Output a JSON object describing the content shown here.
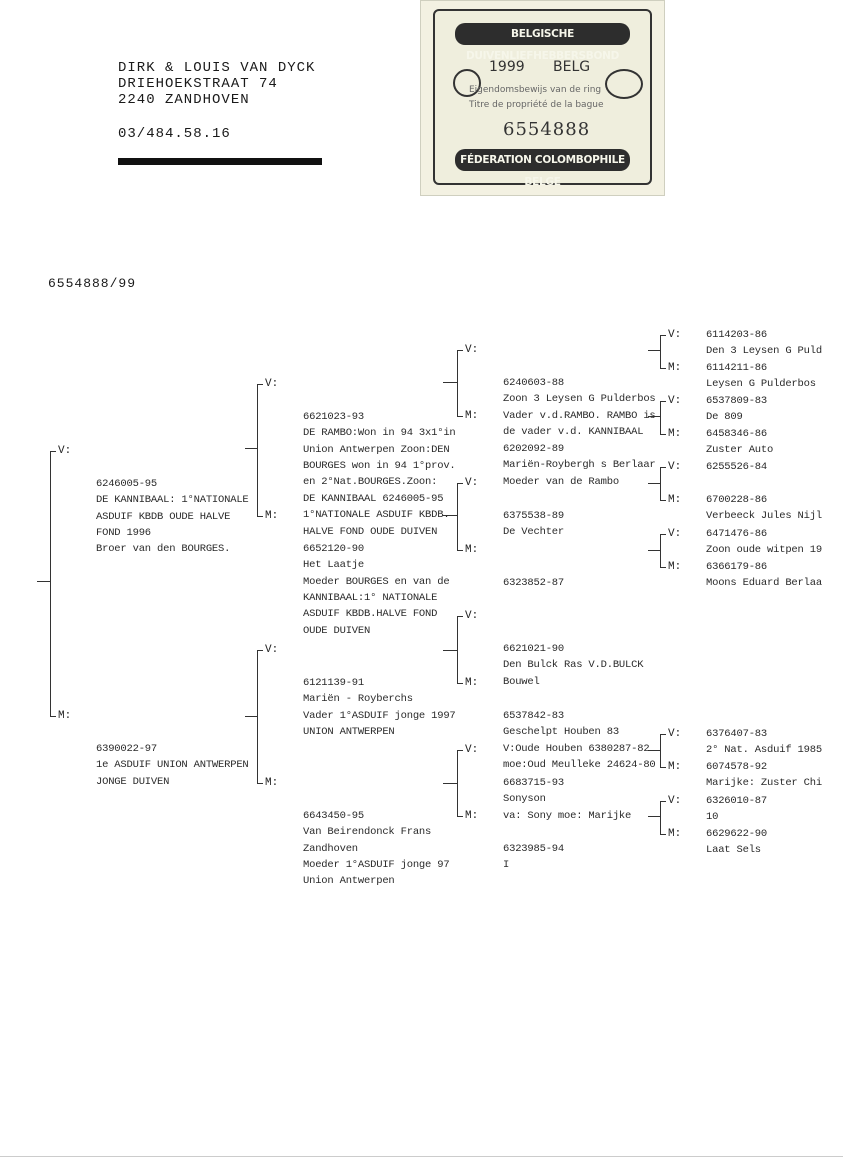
{
  "header": {
    "line1": "DIRK & LOUIS VAN DYCK",
    "line2": "DRIEHOEKSTRAAT 74",
    "line3": "2240  ZANDHOVEN",
    "phone": "03/484.58.16"
  },
  "card": {
    "top_banner": "BELGISCHE DUIVENLIEFHEBBERSBOND",
    "year": "1999",
    "country": "BELG",
    "text_nl": "Eigendomsbewijs van de ring",
    "text_fr": "Titre de propriété de la bague",
    "number": "6554888",
    "bottom_banner": "FÉDERATION COLOMBOPHILE BELGE"
  },
  "ring_number": "6554888/99",
  "labels": {
    "father": "V:",
    "mother": "M:"
  },
  "gen1": {
    "father": [
      "6246005-95",
      "DE KANNIBAAL: 1°NATIONALE",
      "ASDUIF KBDB OUDE HALVE",
      "FOND 1996",
      "Broer van den BOURGES."
    ],
    "mother": [
      "6390022-97",
      "1e ASDUIF UNION ANTWERPEN",
      "JONGE DUIVEN"
    ]
  },
  "gen2": {
    "ff": [
      "6621023-93",
      "DE RAMBO:Won in 94 3x1°in",
      "Union Antwerpen Zoon:DEN",
      "BOURGES won in 94 1°prov.",
      "en 2°Nat.BOURGES.Zoon:",
      "DE KANNIBAAL 6246005-95",
      "1°NATIONALE  ASDUIF KBDB.",
      "HALVE FOND OUDE DUIVEN"
    ],
    "fm": [
      "6652120-90",
      "Het Laatje",
      "Moeder BOURGES en van de",
      "KANNIBAAL:1° NATIONALE",
      "ASDUIF KBDB.HALVE FOND",
      "OUDE DUIVEN"
    ],
    "mf": [
      "6121139-91",
      "Mariën - Royberchs",
      "Vader 1°ASDUIF jonge 1997",
      "UNION ANTWERPEN"
    ],
    "mm": [
      "6643450-95",
      "Van Beirendonck Frans",
      "Zandhoven",
      "Moeder 1°ASDUIF jonge 97",
      "Union Antwerpen"
    ]
  },
  "gen3": {
    "fff": [
      "6240603-88",
      "Zoon 3 Leysen G Pulderbos",
      "Vader v.d.RAMBO. RAMBO is",
      "de vader v.d. KANNIBAAL"
    ],
    "ffm": [
      "6202092-89",
      "Mariën-Roybergh s Berlaar",
      "Moeder van de Rambo"
    ],
    "fmf": [
      "6375538-89",
      "De Vechter"
    ],
    "fmm": [
      "6323852-87"
    ],
    "mff": [
      "6621021-90",
      "Den Bulck Ras V.D.BULCK",
      "Bouwel"
    ],
    "mfm": [
      "6537842-83",
      "Geschelpt Houben 83",
      "V:Oude Houben 6380287-82",
      "moe:Oud Meulleke 24624-80"
    ],
    "mmf": [
      "6683715-93",
      "Sonyson",
      "va: Sony moe: Marijke"
    ],
    "mmm": [
      "6323985-94",
      "I"
    ]
  },
  "gen4": {
    "r1": [
      "6114203-86",
      "Den 3 Leysen G Puld"
    ],
    "r2": [
      "6114211-86",
      "Leysen G Pulderbos"
    ],
    "r3": [
      "6537809-83",
      "De 809"
    ],
    "r4": [
      "6458346-86",
      "Zuster Auto"
    ],
    "r5": [
      "6255526-84"
    ],
    "r6": [
      "6700228-86",
      "Verbeeck Jules Nijl"
    ],
    "r7": [
      "6471476-86",
      "Zoon oude witpen 19"
    ],
    "r8": [
      "6366179-86",
      "Moons Eduard Berlaa"
    ],
    "r9": [
      "6376407-83",
      "2° Nat. Asduif 1985"
    ],
    "r10": [
      "6074578-92",
      "Marijke: Zuster Chi"
    ],
    "r11": [
      "6326010-87",
      "10"
    ],
    "r12": [
      "6629622-90",
      "Laat Sels"
    ]
  }
}
